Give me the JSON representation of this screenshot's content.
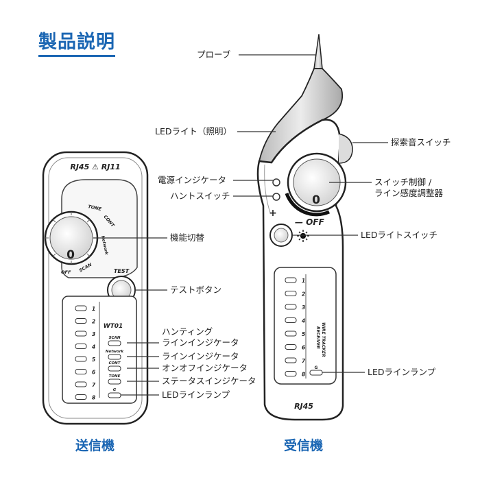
{
  "title": "製品説明",
  "transmitter": {
    "caption": "送信機",
    "top_label": "RJ45 ⚠ RJ11",
    "dial_modes": [
      "TONE",
      "CONT",
      "Network",
      "SCAN",
      "OFF"
    ],
    "dial_value": "0",
    "test_label": "TEST",
    "model": "WT01",
    "leds": [
      "1",
      "2",
      "3",
      "4",
      "5",
      "6",
      "7",
      "8"
    ],
    "indicators": [
      "SCAN",
      "Network",
      "CONT",
      "TONE",
      "G"
    ],
    "labels": {
      "mode_switch": "機能切替",
      "test_button": "テストボタン",
      "hunting_indicator_1": "ハンティング",
      "hunting_indicator_2": "ラインインジケータ",
      "line_indicator": "ラインインジケータ",
      "onoff_indicator": "オンオフインジケータ",
      "status_indicator": "ステータスインジケータ",
      "led_lamp": "LEDラインランプ"
    }
  },
  "receiver": {
    "caption": "受信機",
    "dial_value": "0",
    "plus": "+",
    "minus_off": "— OFF",
    "leds": [
      "1",
      "2",
      "3",
      "4",
      "5",
      "6",
      "7",
      "8"
    ],
    "g_label": "G",
    "brand_1": "WIRE TRACKER",
    "brand_2": "RECEIVER",
    "bottom_label": "RJ45",
    "labels": {
      "probe": "プローブ",
      "led_light": "LEDライト（照明）",
      "search_tone_switch": "探索音スイッチ",
      "power_indicator": "電源インジケータ",
      "hunt_switch": "ハントスイッチ",
      "switch_control_1": "スイッチ制御 /",
      "switch_control_2": "ライン感度調整器",
      "led_light_switch": "LEDライトスイッチ",
      "led_lamp": "LEDラインランプ"
    }
  },
  "colors": {
    "accent": "#1b66b3",
    "line": "#333333"
  }
}
